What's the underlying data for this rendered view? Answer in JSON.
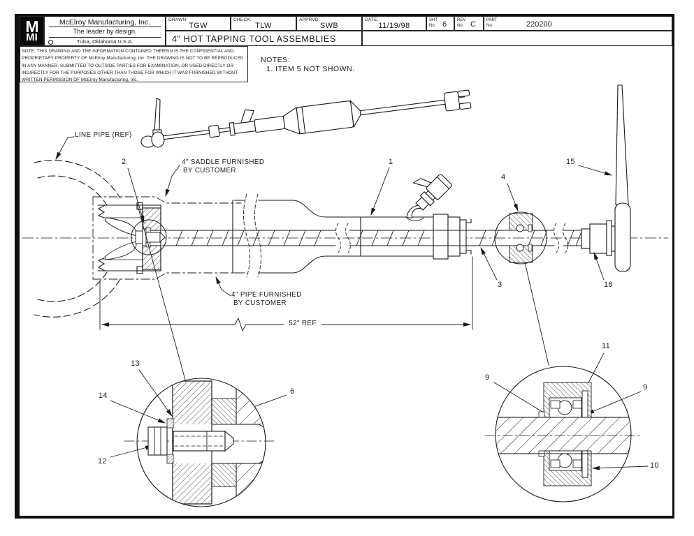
{
  "title_block": {
    "logo_top": "M",
    "logo_bottom": "MI",
    "company": "McElroy Manufacturing, Inc.",
    "tagline": "The leader by design.",
    "location": "Tulsa, Oklahoma U.S.A.",
    "drawn_label": "DRAWN:",
    "drawn_value": "TGW",
    "check_label": "CHECK:",
    "check_value": "TLW",
    "apprvd_label": "APPRVD:",
    "apprvd_value": "SWB",
    "date_label": "DATE:",
    "date_value": "11/19/98",
    "sht_label": "SHT\nNo:",
    "sht_value": "6",
    "rev_label": "REV\nNo:",
    "rev_value": "C",
    "part_label": "PART\nNo:",
    "part_value": "220200",
    "drawing_title": "4\" HOT TAPPING TOOL ASSEMBLIES"
  },
  "proprietary_note": "NOTE: THIS DRAWING AND THE INFORMATION CONTAINED THEREIN IS THE CONFIDENTIAL AND PROPRIETARY PROPERTY OF McElroy Manufacturing, Inc. THE DRAWING IS NOT TO BE REPRODUCED IN ANY MANNER, SUBMITTED TO OUTSIDE PARTIES FOR EXAMINATION, OR USED DIRECTLY OR INDIRECTLY FOR THE PURPOSES OTHER THAN THOSE FOR WHICH IT WAS FURNISHED WITHOUT WRITTEN PERMISSION OF McElroy Manufacturing, Inc.",
  "notes": {
    "heading": "NOTES:",
    "item1": "1. ITEM 5 NOT SHOWN."
  },
  "labels": {
    "line_pipe": "LINE PIPE (REF)",
    "saddle_1": "4\" SADDLE FURNISHED",
    "saddle_2": "BY CUSTOMER",
    "pipe_1": "4\" PIPE FURNISHED",
    "pipe_2": "BY CUSTOMER",
    "dim_52": "52\" REF"
  },
  "callouts": {
    "c1": "1",
    "c2": "2",
    "c3": "3",
    "c4": "4",
    "c6": "6",
    "c9a": "9",
    "c9b": "9",
    "c10": "10",
    "c11": "11",
    "c12": "12",
    "c13": "13",
    "c14": "14",
    "c15": "15",
    "c16": "16"
  },
  "colors": {
    "ink": "#1a1a1a",
    "paper": "#ffffff"
  }
}
